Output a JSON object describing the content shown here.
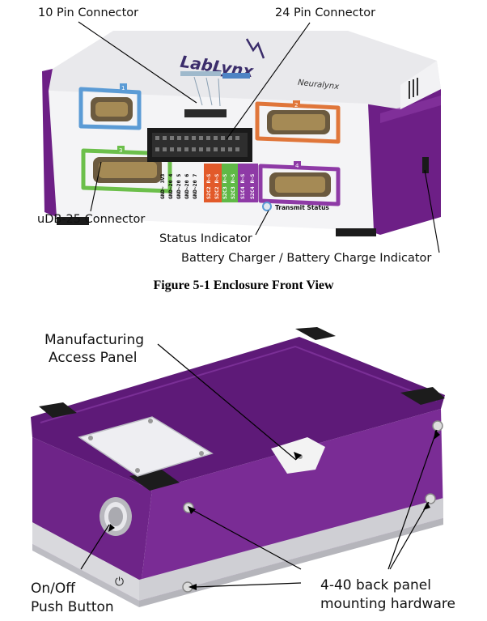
{
  "figure1": {
    "labels": {
      "pin10": "10 Pin Connector",
      "pin24": "24 Pin Connector",
      "udb25": "uDB-25 Connector",
      "status": "Status Indicator",
      "battery": "Battery Charger / Battery Charge Indicator"
    },
    "caption": "Figure 5-1 Enclosure Front View",
    "device": {
      "logo": "LabLynx",
      "brand": "Neuralynx",
      "port_numbers": [
        "1",
        "2",
        "3",
        "4"
      ],
      "transmit": "Transmit Status",
      "gnd_labels": [
        "GND~ 3V3",
        "GND~20 4",
        "GND~20 5",
        "GND~20 6",
        "GND~20 7"
      ],
      "color_labels": [
        "S2C2 R~S",
        "S2C2 R~S",
        "S2C3 R~S",
        "S2C3 R~S",
        "S1C4 R~S",
        "S2C4 R~S"
      ]
    }
  },
  "figure2": {
    "labels": {
      "panel_line1": "Manufacturing",
      "panel_line2": "Access Panel",
      "onoff_line1": "On/Off",
      "onoff_line2": "Push Button",
      "hw_line1": "4-40 back panel",
      "hw_line2": "mounting hardware"
    }
  }
}
